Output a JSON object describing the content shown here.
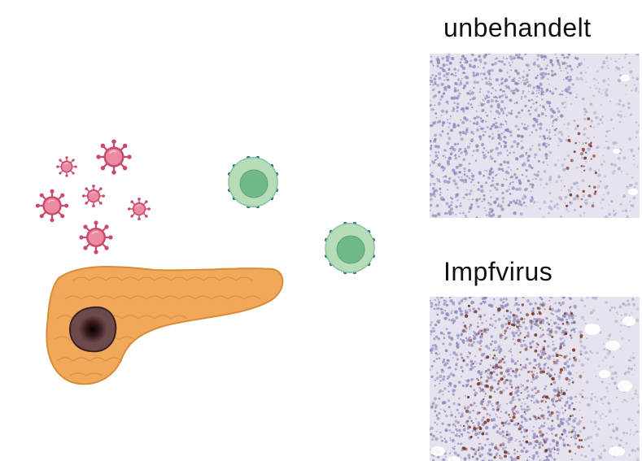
{
  "panels": [
    {
      "label": "unbehandelt"
    },
    {
      "label": "Impfvirus"
    }
  ],
  "colors": {
    "virus": "#c94a6f",
    "virus_fill": "#ec8aa0",
    "pancreas": "#f0a95a",
    "pancreas_dark": "#d98b3a",
    "tumor": "#4a2a2a",
    "tcell_outer": "#b7dcb8",
    "tcell_inner": "#6fb88a",
    "receptor": "#1f6b96",
    "tissue_purple": "#a7a3cc",
    "tissue_brown": "#7a2d1c"
  },
  "icons": [
    "virus-icon",
    "pancreas-icon",
    "tumor-icon",
    "t-cell-icon",
    "micrograph-image"
  ]
}
